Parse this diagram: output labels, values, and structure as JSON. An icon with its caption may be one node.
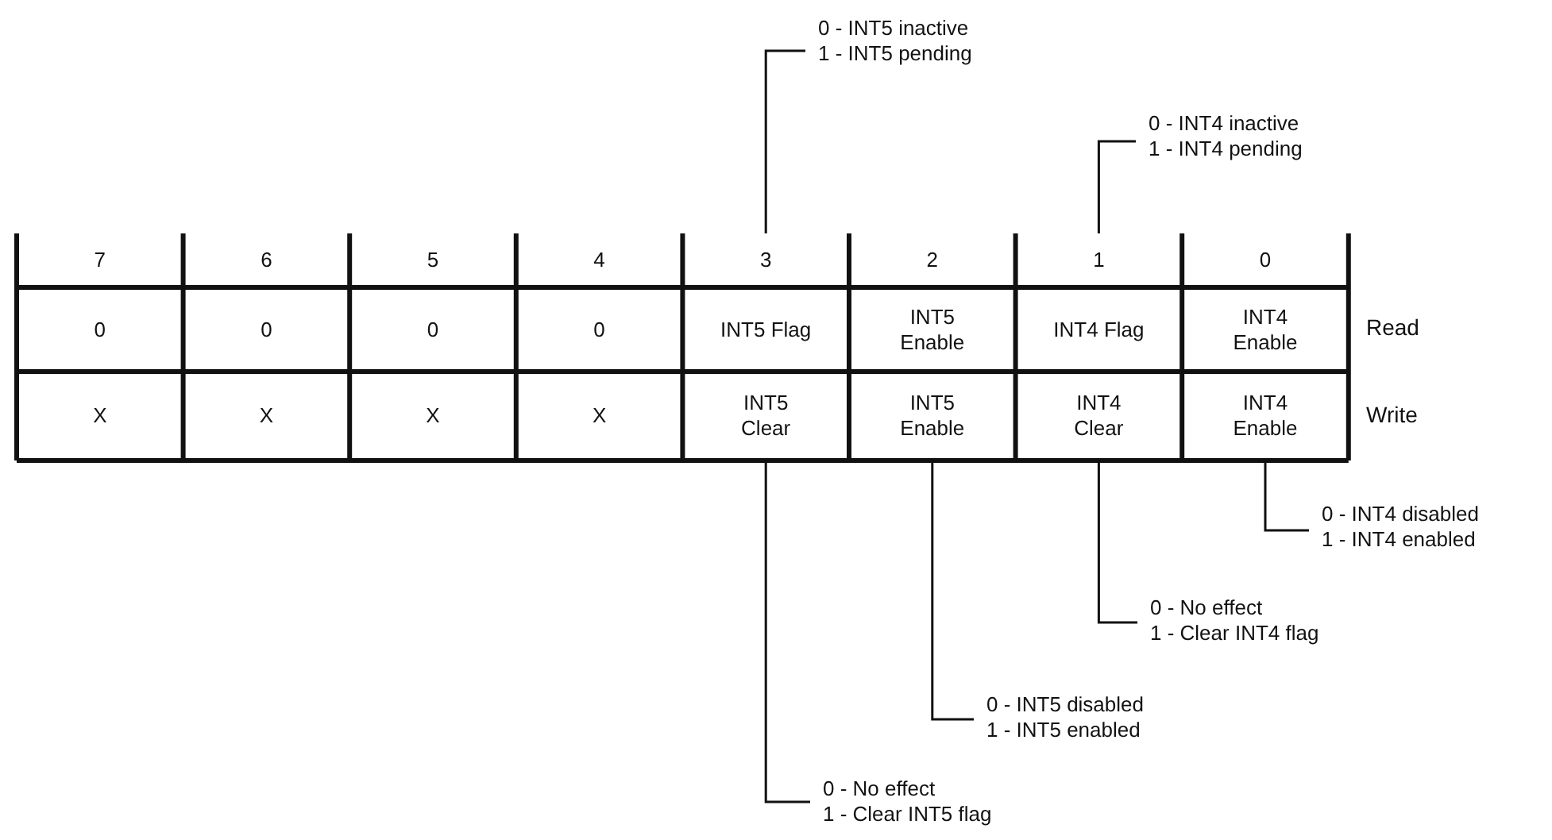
{
  "diagram": {
    "nodes": [
      {
        "text": [
          "7"
        ]
      },
      {
        "text": [
          "6"
        ]
      },
      {
        "text": [
          "5"
        ]
      },
      {
        "text": [
          "4"
        ]
      },
      {
        "text": [
          "3"
        ]
      },
      {
        "text": [
          "2"
        ]
      },
      {
        "text": [
          "1"
        ]
      },
      {
        "text": [
          "0"
        ]
      },
      {
        "text": [
          "0"
        ]
      },
      {
        "text": [
          "0"
        ]
      },
      {
        "text": [
          "0"
        ]
      },
      {
        "text": [
          "0"
        ]
      },
      {
        "text": [
          "INT5 Flag"
        ]
      },
      {
        "text": [
          "INT5 Enable"
        ]
      },
      {
        "text": [
          "INT4 Flag"
        ]
      },
      {
        "text": [
          "INT4 Enable"
        ]
      },
      {
        "text": [
          "X"
        ]
      },
      {
        "text": [
          "X"
        ]
      },
      {
        "text": [
          "X"
        ]
      },
      {
        "text": [
          "X"
        ]
      },
      {
        "text": [
          "INT5 Clear"
        ]
      },
      {
        "text": [
          "INT5 Enable"
        ]
      },
      {
        "text": [
          "INT4 Clear"
        ]
      },
      {
        "text": [
          "INT4 Enable"
        ]
      },
      {
        "text": [
          "0 - INT5 inactive",
          "1 - INT5 pending"
        ]
      },
      {
        "text": [
          "0 - INT4 inactive",
          "1 - INT4 pending"
        ]
      },
      {
        "text": [
          "0 - INT4 disabled",
          "1 - INT4 enabled"
        ]
      },
      {
        "text": [
          "0 - No effect",
          "1 - Clear INT4 flag"
        ]
      },
      {
        "text": [
          "0 - INT5 disabled",
          "1 - INT5 enabled"
        ]
      },
      {
        "text": [
          "0 - No effect",
          "1 - Clear INT5 flag"
        ]
      }
    ],
    "edges": [
      {
        "from": 24,
        "to": 4,
        "arrow": "none"
      },
      {
        "from": 25,
        "to": 6,
        "arrow": "none"
      },
      {
        "from": 26,
        "to": 23,
        "arrow": "none"
      },
      {
        "from": 27,
        "to": 22,
        "arrow": "none"
      },
      {
        "from": 28,
        "to": 21,
        "arrow": "none"
      },
      {
        "from": 29,
        "to": 20,
        "arrow": "none"
      }
    ],
    "labels": [
      "Read",
      "Write"
    ]
  }
}
